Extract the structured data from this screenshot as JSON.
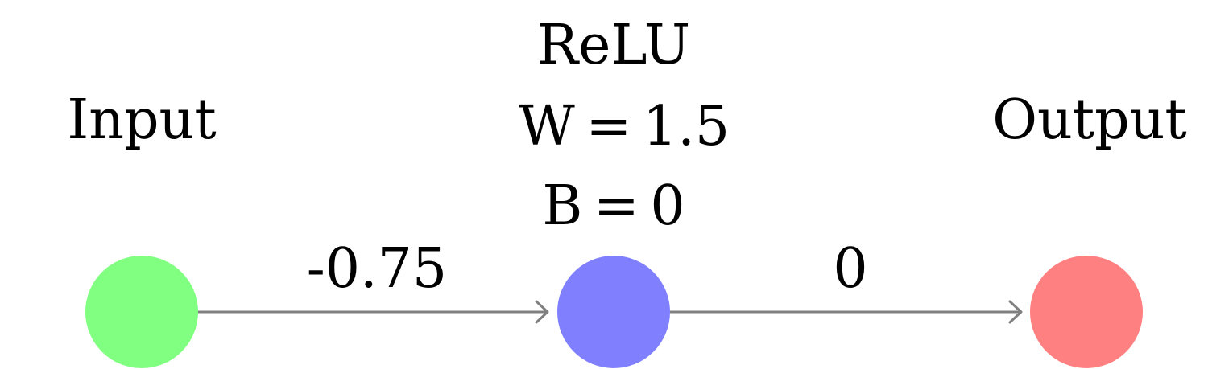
{
  "nodes": {
    "input": {
      "label": "Input",
      "color": "#80ff80"
    },
    "hidden": {
      "label": "ReLU",
      "weight_text": "W = 1.5",
      "bias_text": "B = 0",
      "color": "#8080ff"
    },
    "output": {
      "label": "Output",
      "color": "#ff8080"
    }
  },
  "edges": [
    {
      "from": "Input",
      "to": "ReLU",
      "value": "-0.75",
      "color": "#808080"
    },
    {
      "from": "ReLU",
      "to": "Output",
      "value": "0",
      "color": "#808080"
    }
  ]
}
